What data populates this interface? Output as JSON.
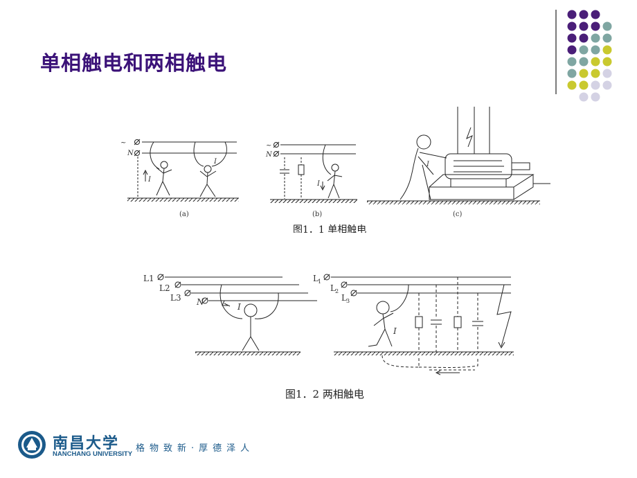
{
  "slide": {
    "title": "单相触电和两相触电",
    "caption_fig1": "图1．1 单相触电",
    "caption_fig2": "图1．2 两相触电"
  },
  "figure1": {
    "labels": {
      "phase": "~",
      "neutral": "N",
      "current": "I"
    },
    "subcaptions": [
      "(a)",
      "(b)",
      "(c)"
    ]
  },
  "figure2": {
    "lines": [
      "L1",
      "L2",
      "L3"
    ],
    "neutral": "N",
    "current": "I"
  },
  "footer": {
    "university_cn": "南昌大学",
    "university_en": "NANCHANG UNIVERSITY",
    "motto": "格物致新·厚德泽人"
  },
  "colors": {
    "title": "#3b1278",
    "dot_purple": "#4a1e78",
    "dot_teal": "#7fa6a2",
    "dot_yellow": "#c9c92f",
    "dot_lavender": "#d4d2e4",
    "footer_blue": "#1b5a8a"
  }
}
